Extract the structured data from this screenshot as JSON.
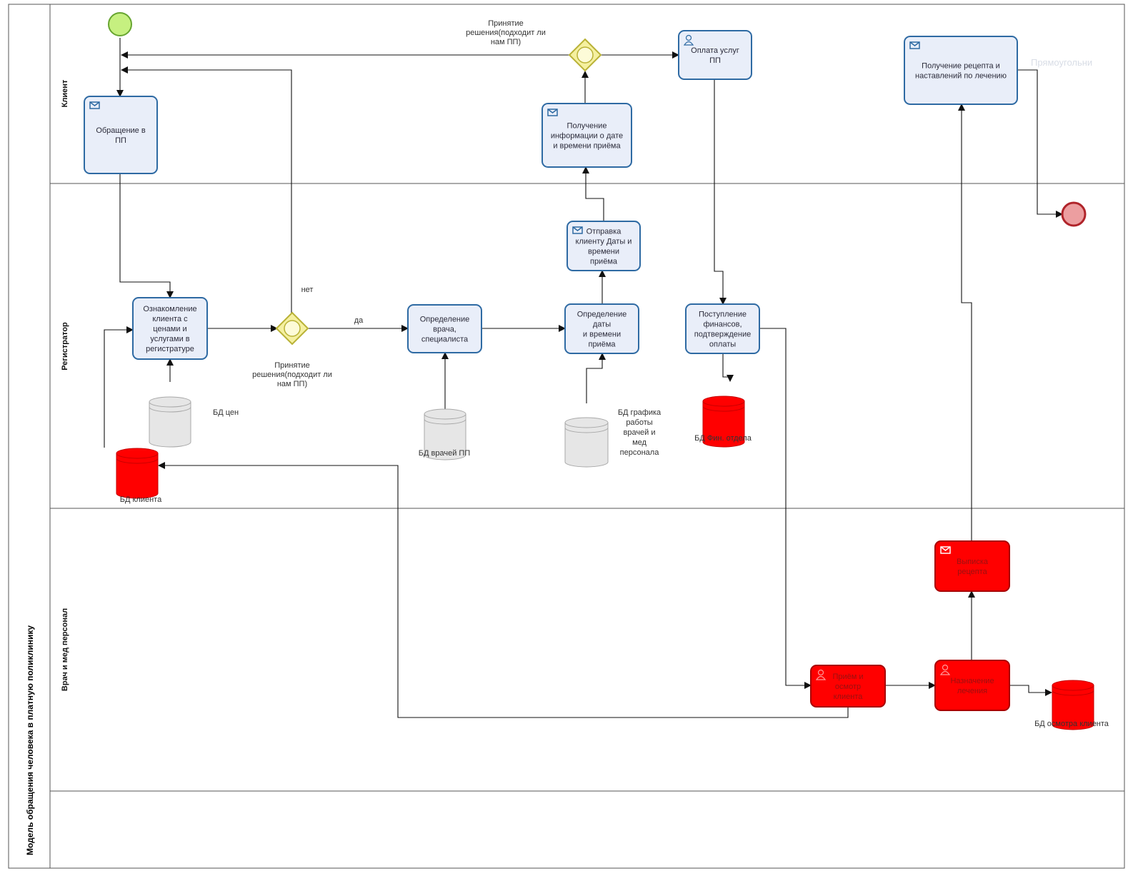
{
  "pool": {
    "title": "Модель обращения человека в платную поликлинику"
  },
  "lanes": [
    {
      "id": "client",
      "label": "Клиент"
    },
    {
      "id": "registrar",
      "label": "Регистратор"
    },
    {
      "id": "doctor",
      "label": "Врач и мед персонал"
    },
    {
      "id": "empty",
      "label": ""
    }
  ],
  "tasks": [
    {
      "id": "t1",
      "lines": [
        "Обращение в",
        "ПП"
      ],
      "icon": "envelope-icon",
      "style": "blue"
    },
    {
      "id": "t2",
      "lines": [
        "Ознакомление",
        "клиента с",
        "ценами и",
        "услугами в",
        "регистратуре"
      ],
      "icon": "",
      "style": "blue"
    },
    {
      "id": "t3",
      "lines": [
        "Определение",
        "врача,",
        "специалиста"
      ],
      "icon": "",
      "style": "blue"
    },
    {
      "id": "t4",
      "lines": [
        "Определение",
        "даты",
        "и времени",
        "приёма"
      ],
      "icon": "",
      "style": "blue"
    },
    {
      "id": "t5",
      "lines": [
        "Отправка",
        "клиенту Даты и",
        "времени",
        "приёма"
      ],
      "icon": "envelope-icon",
      "style": "blue"
    },
    {
      "id": "t6",
      "lines": [
        "Получение",
        "информации о дате",
        "и времени приёма"
      ],
      "icon": "envelope-icon",
      "style": "blue"
    },
    {
      "id": "t7",
      "lines": [
        "Оплата услуг",
        "ПП"
      ],
      "icon": "user-icon",
      "style": "blue"
    },
    {
      "id": "t8",
      "lines": [
        "Поступление",
        "финансов,",
        "подтверждение",
        "оплаты"
      ],
      "icon": "",
      "style": "blue"
    },
    {
      "id": "t9",
      "lines": [
        "Получение рецепта и",
        "наставлений по лечению"
      ],
      "icon": "envelope-icon",
      "style": "blue"
    },
    {
      "id": "t10",
      "lines": [
        "Выписка",
        "рецепта"
      ],
      "icon": "envelope-icon",
      "style": "red"
    },
    {
      "id": "t11",
      "lines": [
        "Приём и",
        "осмотр",
        "клиента"
      ],
      "icon": "user-icon",
      "style": "red"
    },
    {
      "id": "t12",
      "lines": [
        "Назначение",
        "лечения"
      ],
      "icon": "user-icon",
      "style": "red"
    }
  ],
  "gateways": [
    {
      "id": "g1",
      "lines": [
        "Принятие",
        "решения(подходит ли",
        "нам ПП)"
      ]
    },
    {
      "id": "g2",
      "lines": [
        "Принятие",
        "решения(подходит ли",
        "нам ПП)"
      ]
    }
  ],
  "flow_labels": {
    "yes": "да",
    "no": "нет"
  },
  "databases": [
    {
      "id": "db1",
      "lines": [
        "БД цен"
      ],
      "color": "grey"
    },
    {
      "id": "db2",
      "lines": [
        "БД врачей ПП"
      ],
      "color": "grey"
    },
    {
      "id": "db3",
      "lines": [
        "БД графика",
        "работы",
        "врачей и",
        "мед",
        "персонала"
      ],
      "color": "grey"
    },
    {
      "id": "db4",
      "lines": [
        "БД Фин. отдела"
      ],
      "color": "red"
    },
    {
      "id": "db5",
      "lines": [
        "БД клиента"
      ],
      "color": "red"
    },
    {
      "id": "db6",
      "lines": [
        "БД осмотра клиента"
      ],
      "color": "red"
    }
  ],
  "ghost_text": "Прямоугольни",
  "colors": {
    "task_fill": "#e9eef9",
    "task_stroke": "#2e6aa3",
    "red_fill": "#ff0000",
    "red_stroke": "#a80000",
    "gateway_fill": "#f5f0a0",
    "gateway_stroke": "#b9b236",
    "start_fill": "#c6f080",
    "start_stroke": "#67a530",
    "end_fill": "#ec9ea0",
    "end_stroke": "#b0242a",
    "db_grey": "#e6e6e6",
    "db_red": "#ff0000"
  }
}
